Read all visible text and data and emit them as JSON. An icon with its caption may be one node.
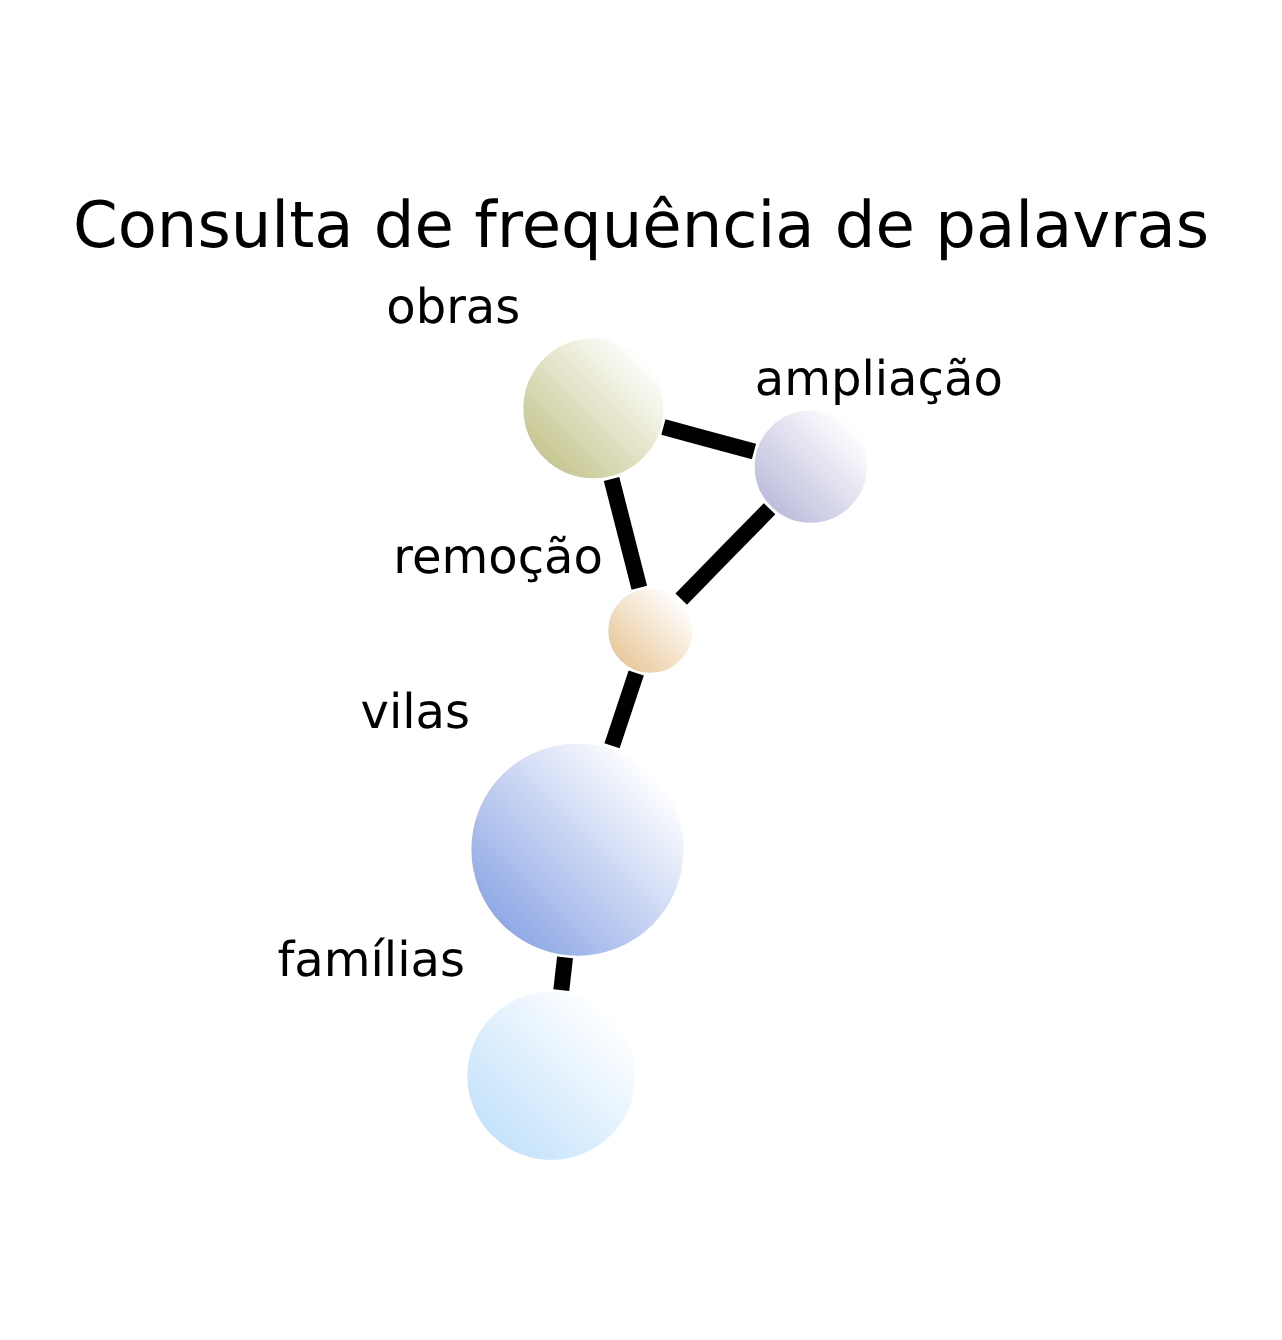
{
  "diagram": {
    "title": "Consulta de frequência de palavras",
    "nodes": [
      {
        "text": [
          "vilas"
        ]
      },
      {
        "text": [
          "remoção"
        ]
      },
      {
        "text": [
          "famílias"
        ]
      },
      {
        "text": [
          "obras"
        ]
      },
      {
        "text": [
          "ampliação"
        ]
      }
    ],
    "edges": [
      {
        "from": 1,
        "to": 0,
        "arrow": "none"
      },
      {
        "from": 0,
        "to": 2,
        "arrow": "none"
      },
      {
        "from": 1,
        "to": 3,
        "arrow": "none"
      },
      {
        "from": 1,
        "to": 4,
        "arrow": "none"
      },
      {
        "from": 3,
        "to": 4,
        "arrow": "none"
      }
    ]
  }
}
